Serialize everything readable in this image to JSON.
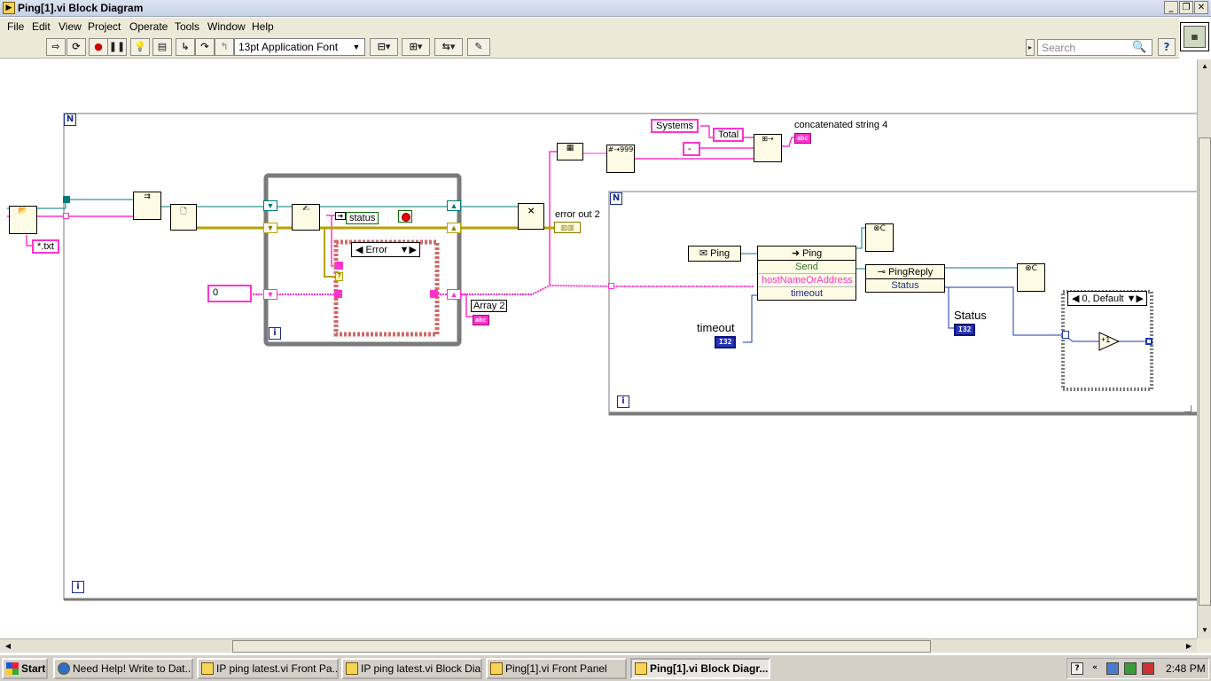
{
  "window": {
    "title": "Ping[1].vi Block Diagram",
    "icon": "labview-vi-icon",
    "buttons": {
      "minimize": "_",
      "restore": "❐",
      "close": "✕"
    }
  },
  "menu": [
    "File",
    "Edit",
    "View",
    "Project",
    "Operate",
    "Tools",
    "Window",
    "Help"
  ],
  "toolbar": {
    "font_select": "13pt Application Font",
    "search_placeholder": "Search",
    "help": "?"
  },
  "diagram": {
    "file_pattern": "*.txt",
    "numeric_const": "0",
    "status_label": "status",
    "error_case": "Error",
    "error_out": "error out 2",
    "array_label": "Array 2",
    "systems": "Systems",
    "total": "Total",
    "dash": "-",
    "concat_label": "concatenated string 4",
    "ping_const": "Ping",
    "ping_node": {
      "title": "Ping",
      "send": "Send",
      "host": "hostNameOrAddress",
      "timeout": "timeout"
    },
    "reply_node": {
      "title": "PingReply",
      "status": "Status"
    },
    "timeout_label": "timeout",
    "status_indicator_label": "Status",
    "default_case": "0, Default",
    "increment": "+1",
    "str_type": "abc",
    "i32_type": "I32",
    "loop_iter": "i",
    "loop_count": "N"
  },
  "taskbar": {
    "start": "Start",
    "tasks": [
      "Need Help! Write to Dat...",
      "IP ping latest.vi Front Pa...",
      "IP ping latest.vi Block Dia...",
      "Ping[1].vi Front Panel",
      "Ping[1].vi Block Diagr..."
    ],
    "clock": "2:48 PM"
  },
  "colors": {
    "string_wire": "#ff33cc",
    "error_wire": "#b8a000",
    "ref_wire": "#007a7a",
    "int_wire": "#1a3ab0",
    "loop_border": "#7a7a7a"
  }
}
